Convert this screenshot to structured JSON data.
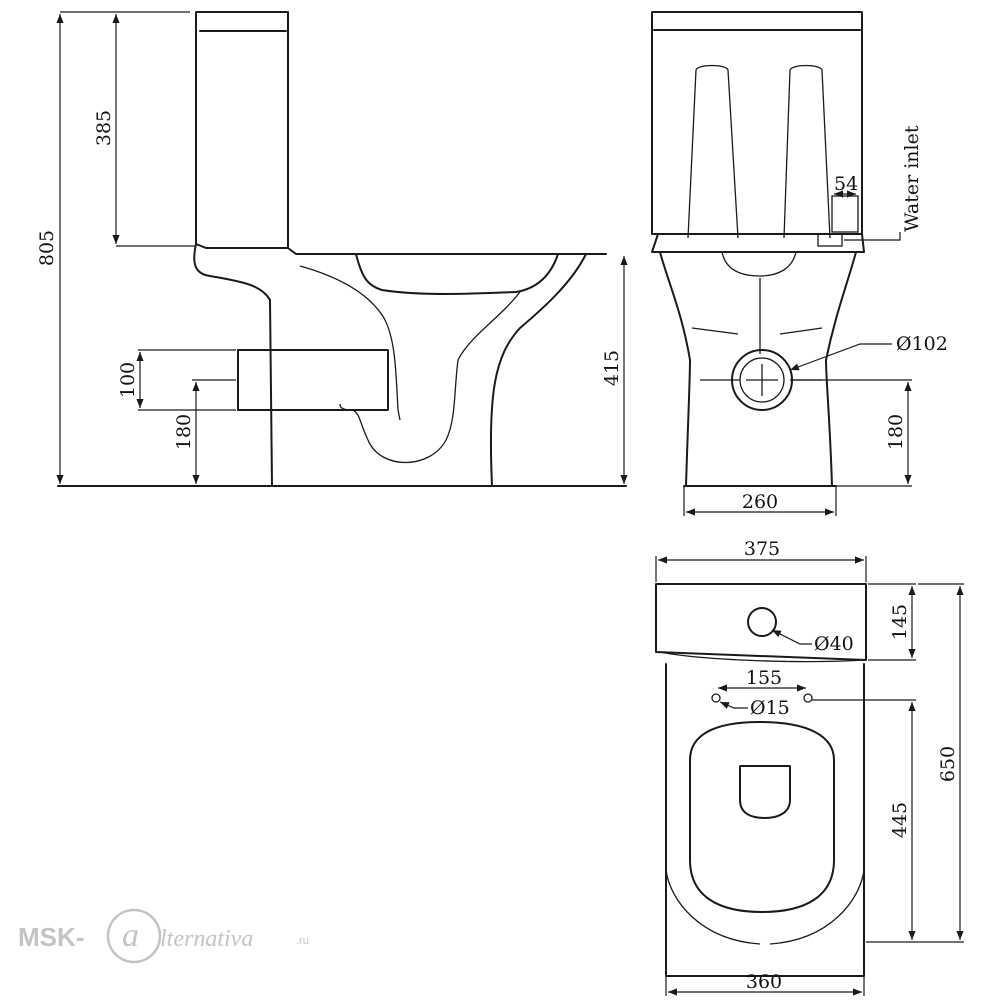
{
  "side_view": {
    "dims": {
      "overall_height": "805",
      "cistern_height": "385",
      "outlet_height": "100",
      "outlet_center_height": "180",
      "bowl_height": "415"
    }
  },
  "front_view": {
    "water_inlet_label": "Water inlet",
    "dims": {
      "inlet_offset": "54",
      "outlet_diameter": "Ø102",
      "outlet_center_height": "180",
      "base_width": "260"
    }
  },
  "top_view": {
    "dims": {
      "cistern_width": "375",
      "cistern_depth": "145",
      "flush_button_diameter": "Ø40",
      "fixing_hole_spacing": "155",
      "fixing_hole_diameter": "Ø15",
      "overall_depth": "650",
      "bowl_depth": "445",
      "bowl_width": "360"
    }
  },
  "watermark": {
    "prefix": "MSK-",
    "letter": "a",
    "suffix": "lternativa",
    "tld": ".ru"
  }
}
